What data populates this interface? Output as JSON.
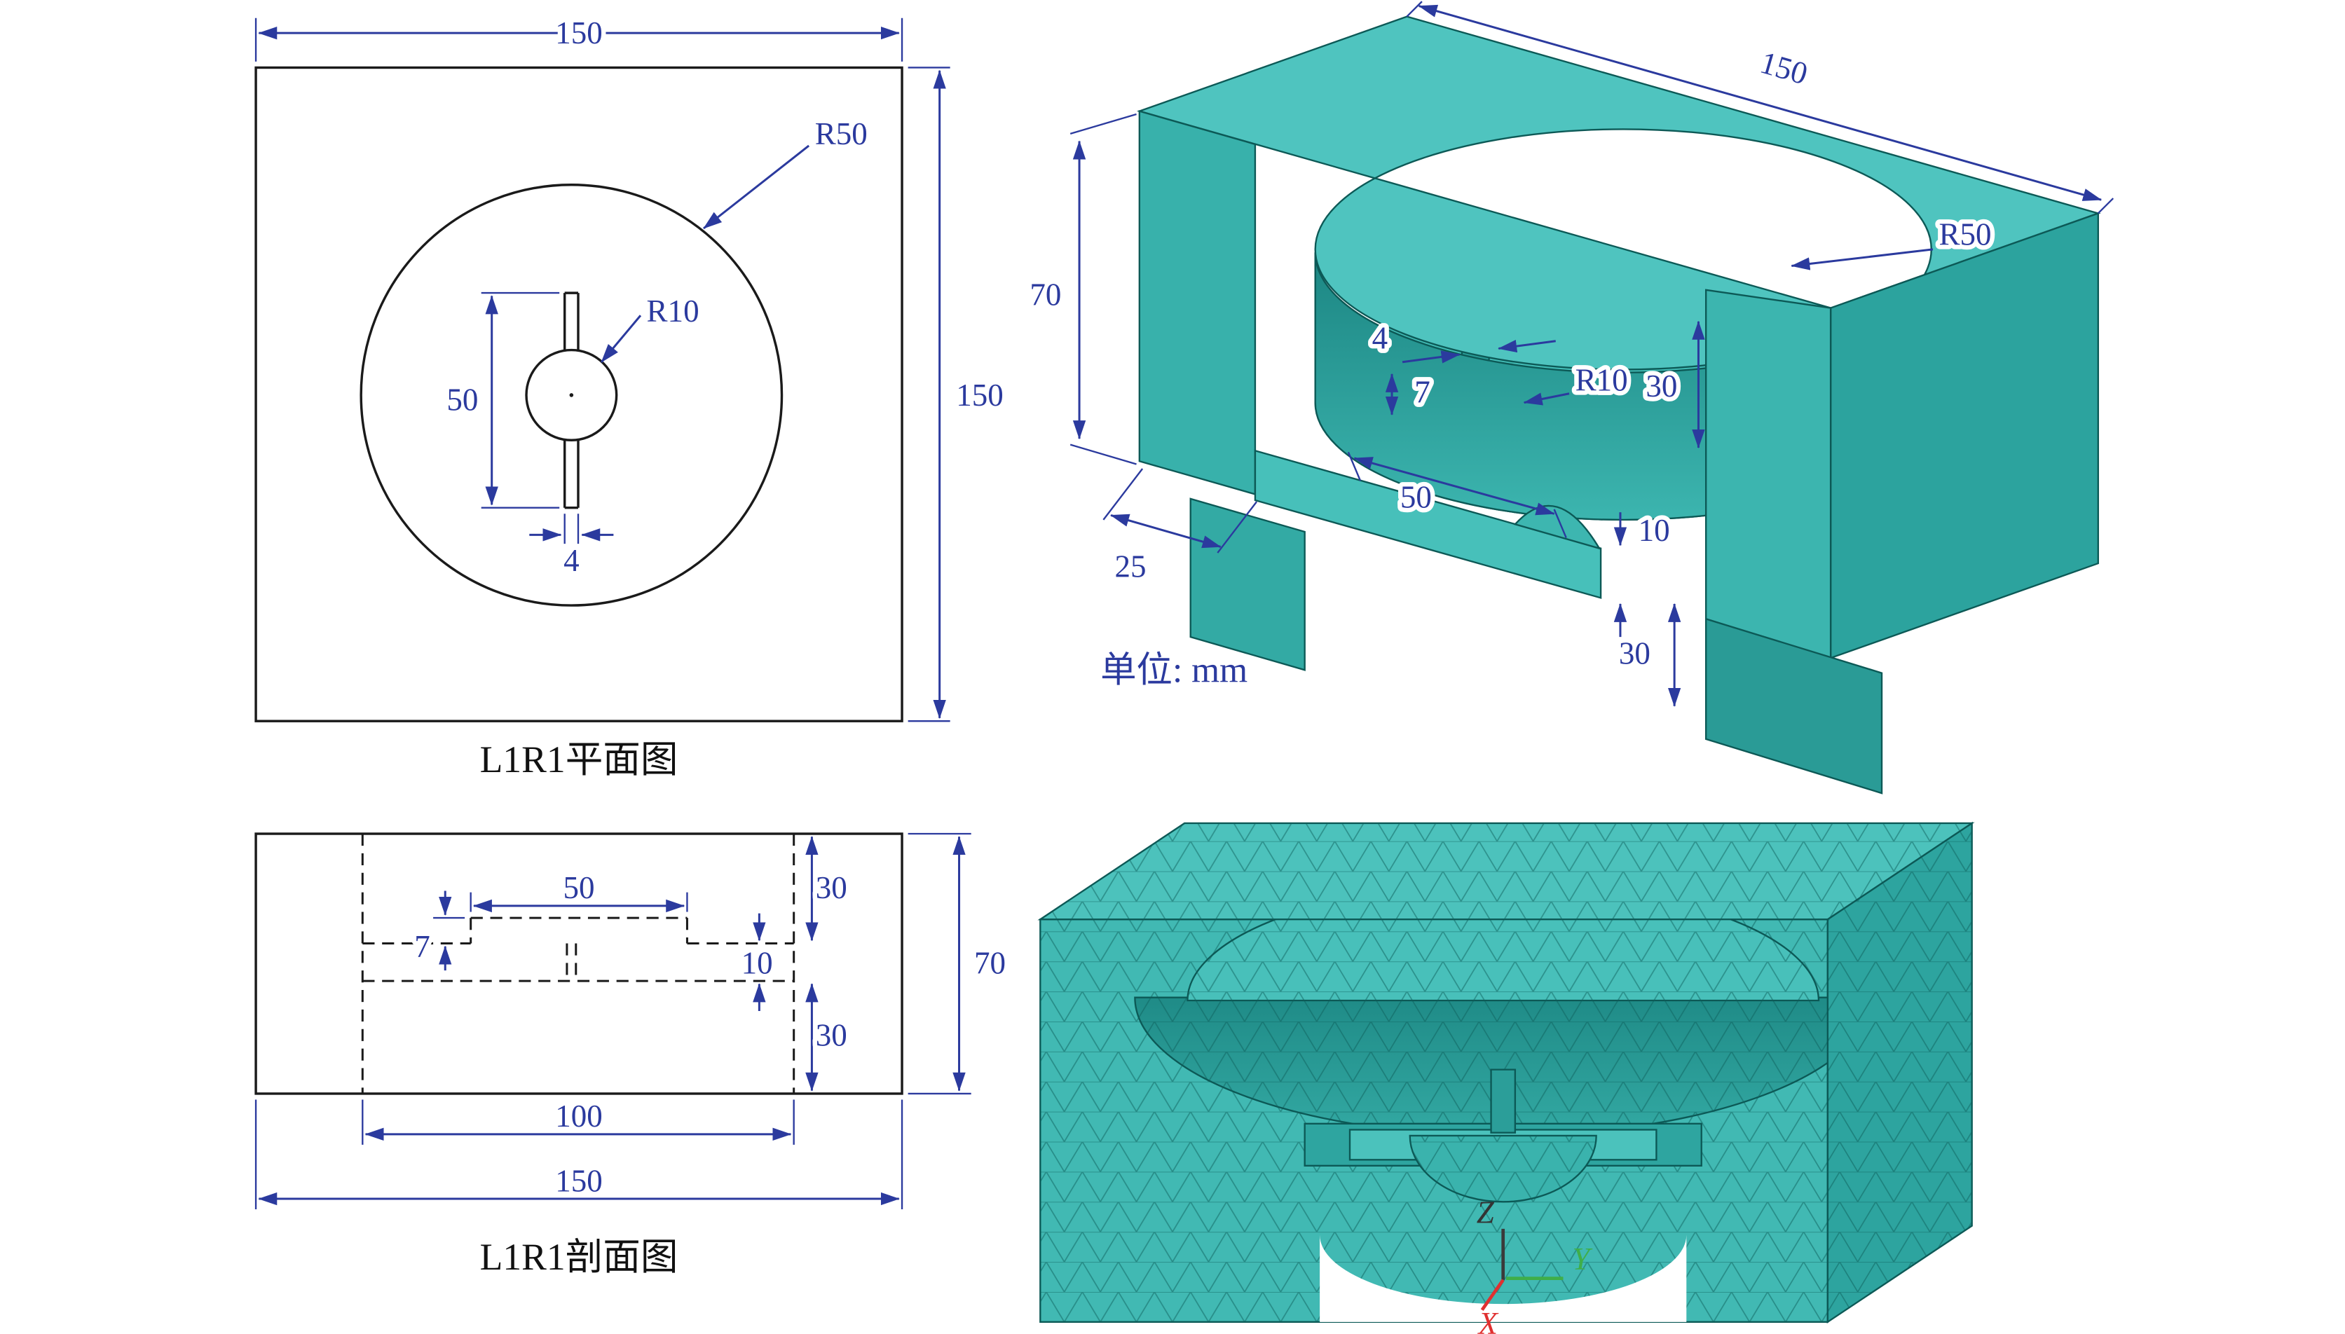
{
  "colors": {
    "dimension_blue": "#2b3a9e",
    "outline_black": "#1a1a1a",
    "solid_teal_light": "#50c5bf",
    "solid_teal_mid": "#3ab3ad",
    "solid_teal_dark": "#1f8b87"
  },
  "plan_view": {
    "caption": "L1R1平面图",
    "dim_width": "150",
    "dim_height": "150",
    "label_outer_radius": "R50",
    "label_inner_radius": "R10",
    "dim_slot_length": "50",
    "dim_slot_width": "4"
  },
  "section_view": {
    "caption": "L1R1剖面图",
    "dim_slot_length": "50",
    "dim_top_wall": "30",
    "dim_boss_height": "7",
    "dim_plate_thickness": "10",
    "dim_bottom_wall": "30",
    "dim_height": "70",
    "dim_opening_width": "100",
    "dim_width": "150"
  },
  "iso_view": {
    "units_label": "单位: mm",
    "dim_width": "150",
    "dim_height": "70",
    "dim_wall_thickness": "25",
    "label_outer_radius": "R50",
    "dim_rib_width": "4",
    "dim_boss_height": "7",
    "label_boss_radius": "R10",
    "dim_slot_length": "50",
    "dim_plate_thickness": "10",
    "dim_cavity_depth": "30",
    "dim_leg_height": "30"
  },
  "mesh_view": {
    "axis_z": "Z",
    "axis_y": "Y",
    "axis_x": "X"
  }
}
